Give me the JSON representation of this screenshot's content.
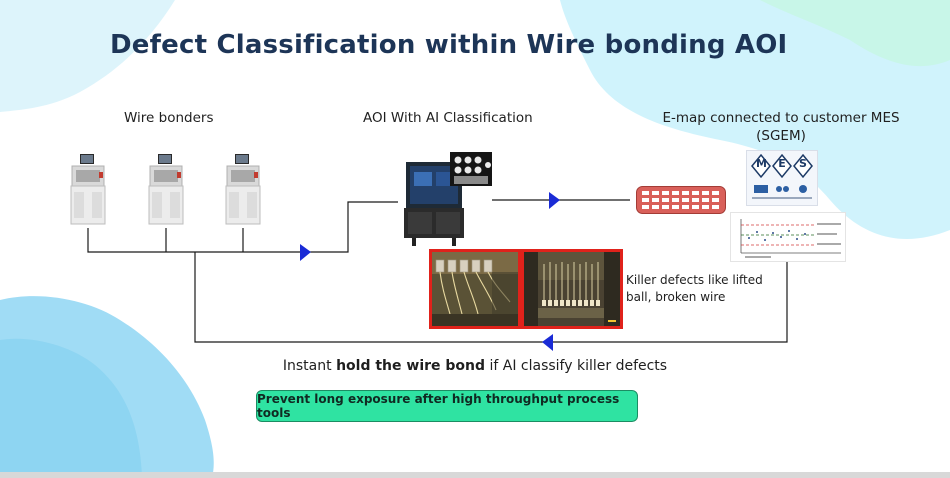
{
  "title": "Defect Classification within Wire bonding AOI",
  "sections": {
    "wire_bonders": "Wire bonders",
    "aoi": "AOI With AI Classification",
    "emap_line1": "E-map connected to customer MES",
    "emap_line2": "(SGEM)"
  },
  "mes_letters": [
    "M",
    "E",
    "S"
  ],
  "killer_defects": "Killer defects like lifted ball, broken wire",
  "hold": {
    "prefix": "Instant ",
    "bold": "hold the wire bond",
    "suffix": " if AI classify killer defects"
  },
  "prevent_label": "Prevent long exposure after high throughput process tools",
  "colors": {
    "title": "#1d3557",
    "arrow": "#1a2bd6",
    "highlight_border": "#e0221b",
    "prevent_bg": "#2fe3a2",
    "blob_cyan": "#bff0f9",
    "blob_teal": "#c7f6e6",
    "blob_blue": "#8fd6f3"
  },
  "icons": [
    "wire-bonder-machine-icon",
    "aoi-machine-icon",
    "emap-grid-icon",
    "mes-logo-icon",
    "control-chart-icon",
    "arrow-right-icon",
    "arrow-left-icon"
  ]
}
